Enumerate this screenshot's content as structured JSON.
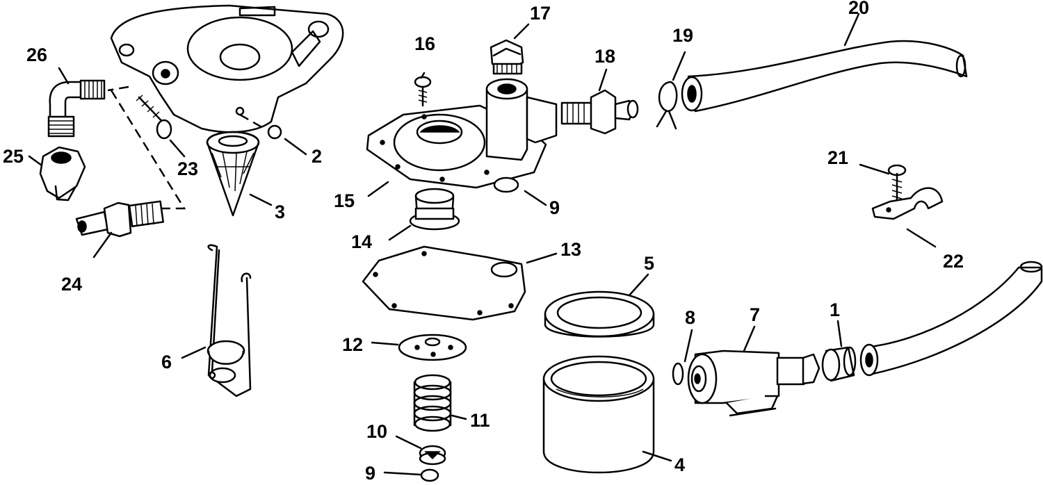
{
  "callouts": {
    "c1": "1",
    "c2": "2",
    "c3": "3",
    "c4": "4",
    "c5": "5",
    "c6": "6",
    "c7": "7",
    "c8": "8",
    "c9a": "9",
    "c9b": "9",
    "c10": "10",
    "c11": "11",
    "c12": "12",
    "c13": "13",
    "c14": "14",
    "c15": "15",
    "c16": "16",
    "c17": "17",
    "c18": "18",
    "c19": "19",
    "c20": "20",
    "c21": "21",
    "c22": "22",
    "c23": "23",
    "c24": "24",
    "c25": "25",
    "c26": "26"
  }
}
